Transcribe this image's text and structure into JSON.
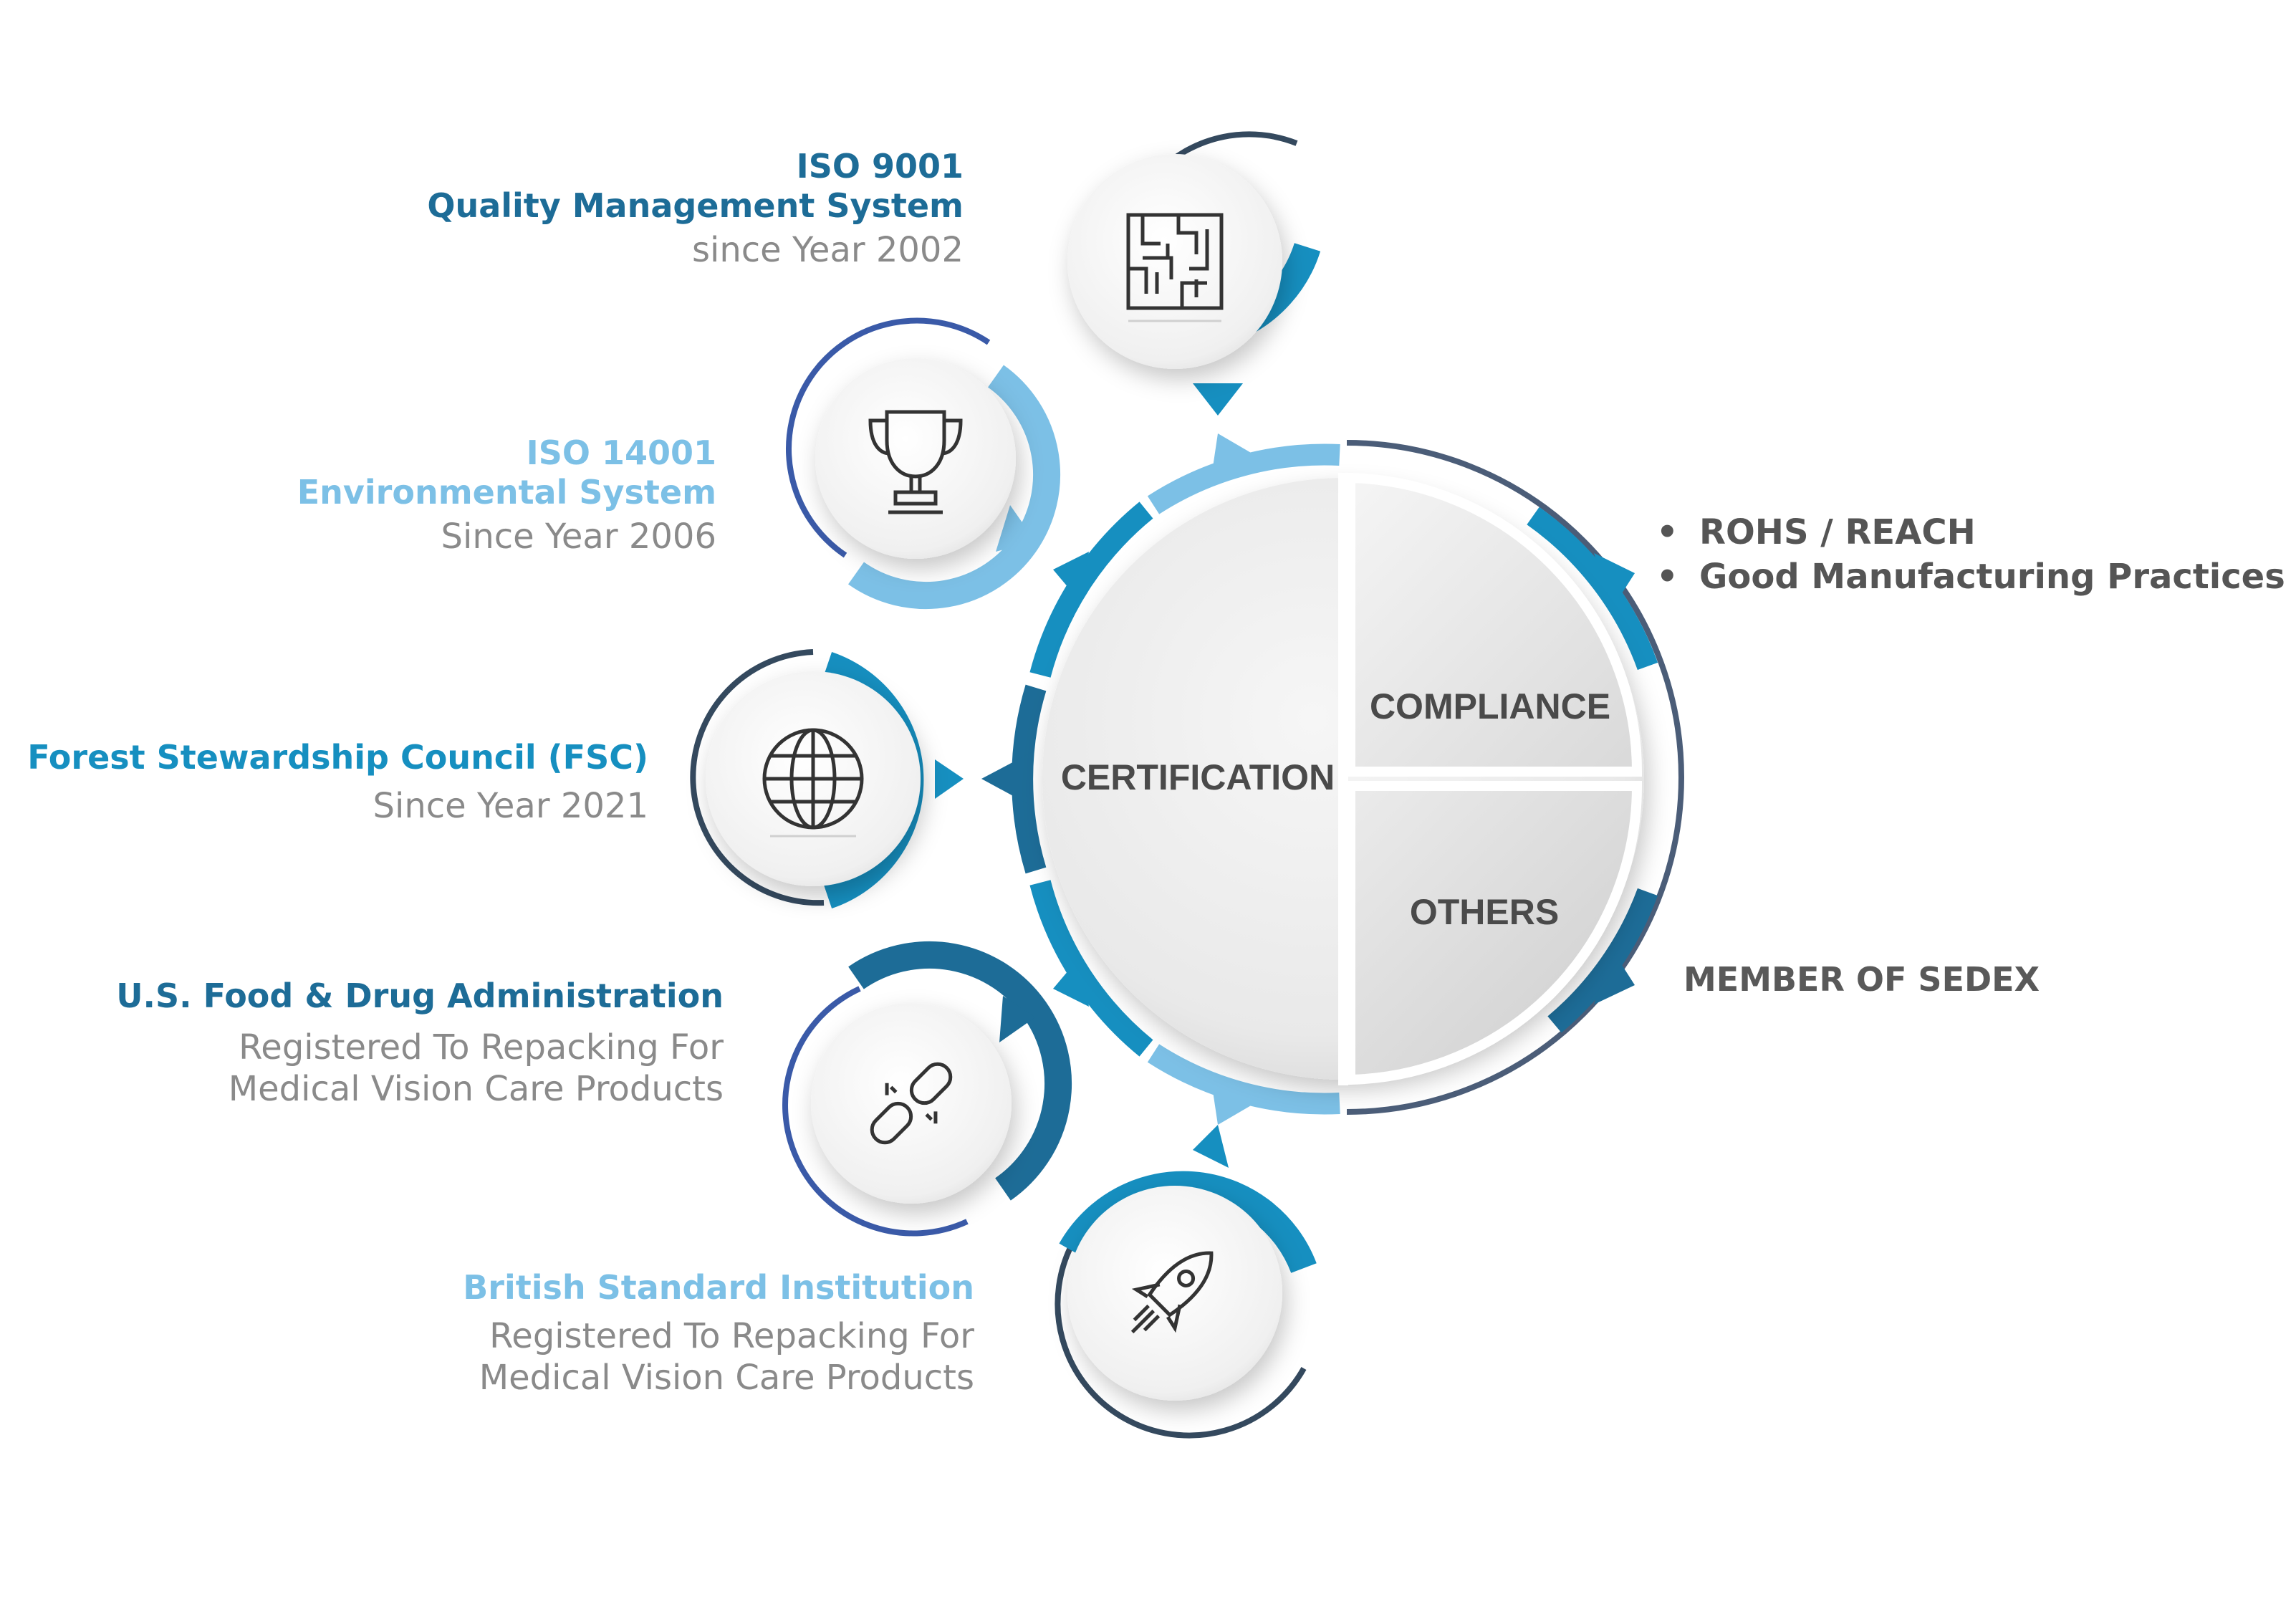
{
  "core": {
    "segments": [
      "CERTIFICATION",
      "COMPLIANCE",
      "OTHERS"
    ]
  },
  "certifications": [
    {
      "icon": "maze-icon",
      "title_lines": [
        "ISO 9001",
        "Quality Management System"
      ],
      "subtitle_lines": [
        "since Year 2002"
      ]
    },
    {
      "icon": "trophy-icon",
      "title_lines": [
        "ISO 14001",
        "Environmental System"
      ],
      "subtitle_lines": [
        "Since Year 2006"
      ]
    },
    {
      "icon": "globe-icon",
      "title_lines": [
        "Forest Stewardship Council (FSC)"
      ],
      "subtitle_lines": [
        "Since Year 2021"
      ]
    },
    {
      "icon": "chain-link-icon",
      "title_lines": [
        "U.S. Food & Drug Administration"
      ],
      "subtitle_lines": [
        "Registered To Repacking For",
        "Medical Vision Care Products"
      ]
    },
    {
      "icon": "rocket-icon",
      "title_lines": [
        "British Standard Institution"
      ],
      "subtitle_lines": [
        "Registered To Repacking For",
        "Medical Vision Care Products"
      ]
    }
  ],
  "compliance": {
    "bullet_glyph": "•",
    "items": [
      "ROHS / REACH",
      "Good Manufacturing Practices"
    ]
  },
  "others": {
    "label": "MEMBER OF SEDEX"
  },
  "colors": {
    "dark_blue": "#1d6c97",
    "mid_blue": "#168fc0",
    "light_blue": "#7cc0e6",
    "navy": "#34495e",
    "text_grey": "#8a8a8a",
    "label_grey": "#4a4a4a"
  }
}
